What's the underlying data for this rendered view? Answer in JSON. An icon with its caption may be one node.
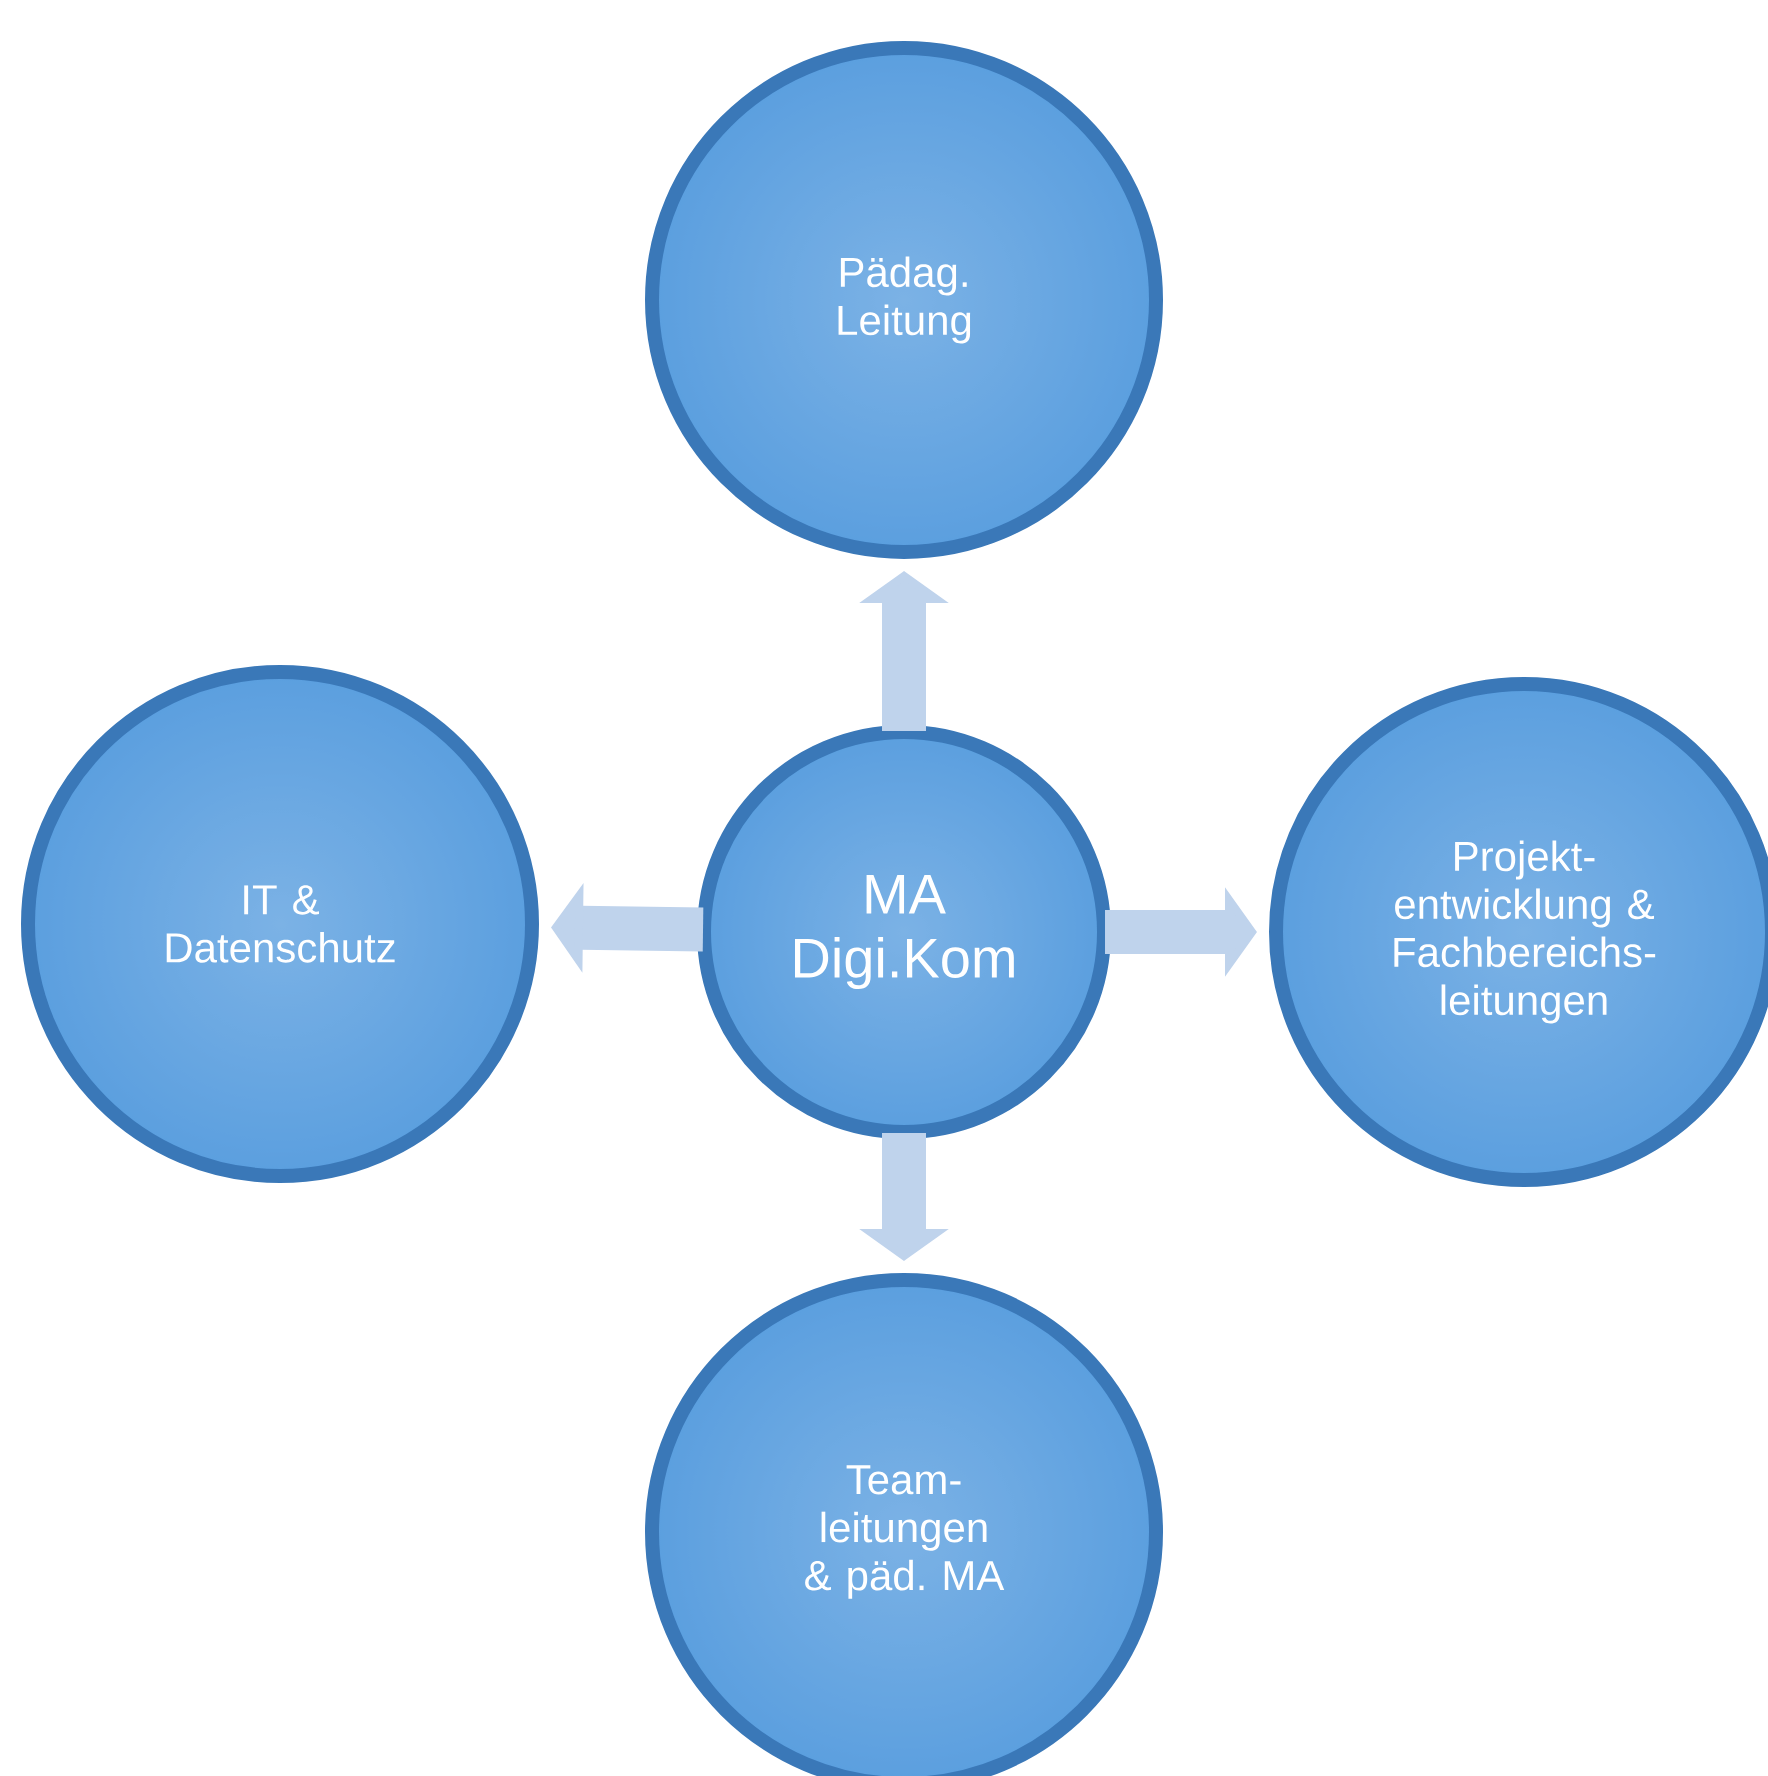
{
  "diagram": {
    "nodes": [
      {
        "text": [
          "Pädag. Leitung"
        ]
      },
      {
        "text": [
          "IT & Datenschutz"
        ]
      },
      {
        "text": [
          "MA Digi.Kom"
        ]
      },
      {
        "text": [
          "Projekt- entwicklung & Fachbereichs- leitungen"
        ]
      },
      {
        "text": [
          "Team- leitungen & päd. MA"
        ]
      }
    ],
    "edges": [
      {
        "from": 2,
        "to": 0,
        "arrow": "to"
      },
      {
        "from": 2,
        "to": 1,
        "arrow": "to"
      },
      {
        "from": 2,
        "to": 3,
        "arrow": "to"
      },
      {
        "from": 2,
        "to": 4,
        "arrow": "to"
      }
    ]
  }
}
